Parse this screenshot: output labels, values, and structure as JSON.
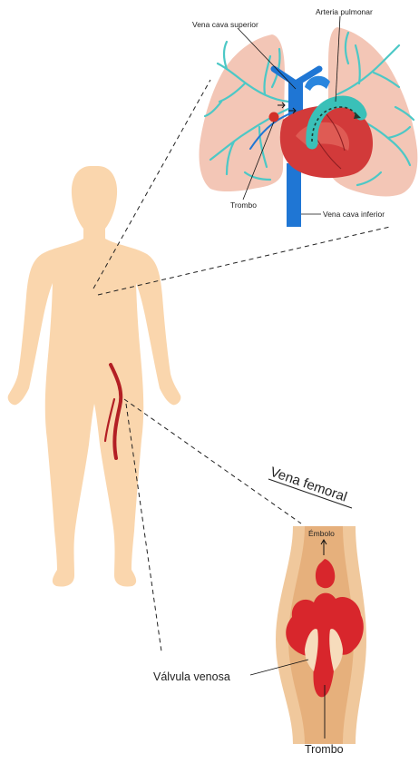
{
  "lungs_inset": {
    "labels": {
      "superior_vena_cava": "Vena cava superior",
      "pulmonary_artery": "Arteria pulmonar",
      "thrombus": "Trombo",
      "inferior_vena_cava": "Vena cava inferior"
    }
  },
  "leg_inset": {
    "title": "Vena femoral",
    "labels": {
      "embolus": "Émbolo",
      "venous_valve": "Válvula venosa",
      "thrombus": "Trombo"
    }
  },
  "colors": {
    "skin": "#fad6ad",
    "lung": "#f3c6b6",
    "vein_blue": "#1f76d4",
    "airway_teal": "#4cc8c6",
    "heart_red": "#d23a3a",
    "thrombus_red": "#d8262c",
    "vessel_wall": "#f0c89c",
    "vessel_lumen": "#e6b07c"
  }
}
